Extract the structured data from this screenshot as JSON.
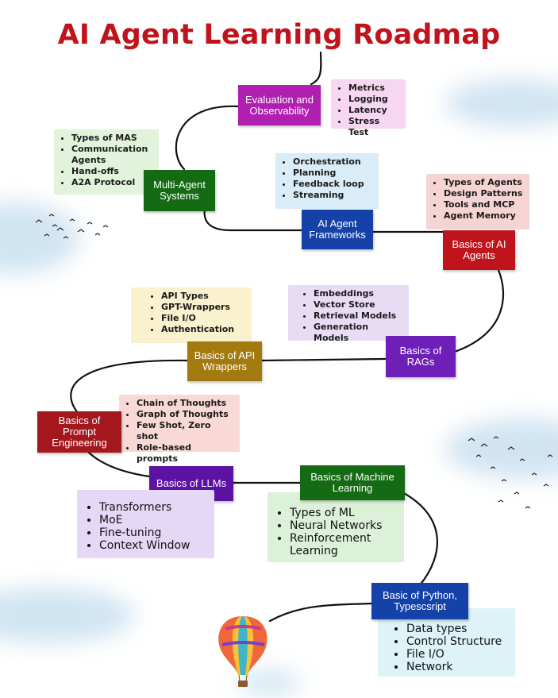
{
  "title": "AI Agent Learning Roadmap",
  "colors": {
    "title": "#c0141c",
    "path": "#111111"
  },
  "stages": {
    "evaluation": {
      "label": "Evaluation and Observability",
      "color": "#b01fb0",
      "items": [
        "Metrics",
        "Logging",
        "Latency",
        "Stress Test"
      ]
    },
    "multi_agent": {
      "label": "Multi-Agent Systems",
      "color": "#146b14",
      "items": [
        "Types of MAS",
        "Communication Agents",
        "Hand-offs",
        "A2A Protocol"
      ]
    },
    "frameworks": {
      "label": "AI Agent Frameworks",
      "color": "#1542a8",
      "items": [
        "Orchestration",
        "Planning",
        "Feedback loop",
        "Streaming"
      ]
    },
    "basics_ai_agents": {
      "label": "Basics of AI Agents",
      "color": "#c0141c",
      "items": [
        "Types of Agents",
        "Design Patterns",
        "Tools and MCP",
        "Agent Memory"
      ]
    },
    "rags": {
      "label": "Basics of RAGs",
      "color": "#6d1fb8",
      "items": [
        "Embeddings",
        "Vector Store",
        "Retrieval Models",
        "Generation Models"
      ]
    },
    "api_wrappers": {
      "label": "Basics of API Wrappers",
      "color": "#a27a10",
      "items": [
        "API Types",
        "GPT-Wrappers",
        "File I/O",
        "Authentication"
      ]
    },
    "prompt_engineering": {
      "label": "Basics of Prompt Engineering",
      "color": "#a3171d",
      "items": [
        "Chain of Thoughts",
        "Graph of Thoughts",
        "Few Shot, Zero shot",
        "Role-based prompts"
      ]
    },
    "llms": {
      "label": "Basics of LLMs",
      "color": "#5c12a3",
      "items": [
        "Transformers",
        "MoE",
        "Fine-tuning",
        "Context Window"
      ]
    },
    "machine_learning": {
      "label": "Basics of Machine Learning",
      "color": "#146b14",
      "items": [
        "Types of ML",
        "Neural Networks",
        "Reinforcement Learning"
      ]
    },
    "python": {
      "label": "Basic of Python, Typescsript",
      "color": "#1542a8",
      "items": [
        "Data types",
        "Control Structure",
        "File I/O",
        "Network"
      ]
    }
  }
}
